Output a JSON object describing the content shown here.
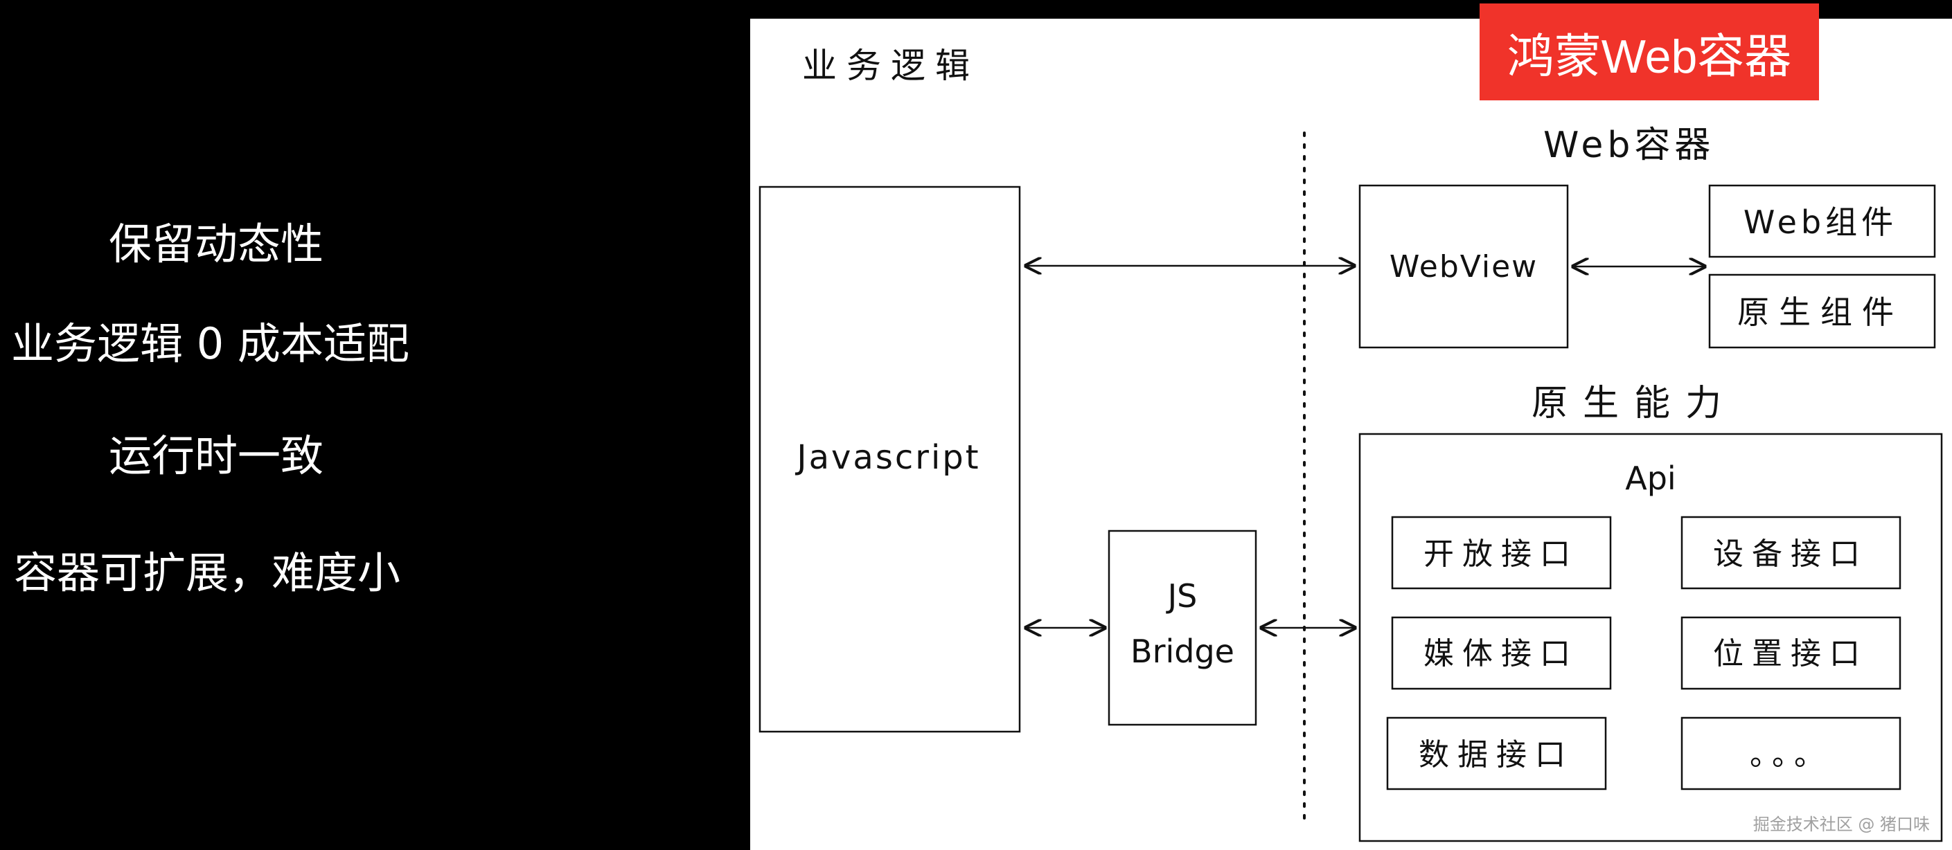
{
  "left_points": [
    "保留动态性",
    "业务逻辑 0 成本适配",
    "运行时一致",
    "容器可扩展，难度小"
  ],
  "diagram": {
    "badge": "鸿蒙Web容器",
    "business_logic_title": "业务逻辑",
    "javascript_label": "Javascript",
    "jsbridge_label_line1": "JS",
    "jsbridge_label_line2": "Bridge",
    "web_container_title": "Web容器",
    "webview_label": "WebView",
    "web_component_label": "Web组件",
    "native_component_label": "原生组件",
    "native_ability_title": "原生能力",
    "api_title": "Api",
    "api_items": [
      "开放接口",
      "设备接口",
      "媒体接口",
      "位置接口",
      "数据接口",
      "。。。"
    ]
  },
  "watermark": "掘金技术社区 @ 猪口味"
}
